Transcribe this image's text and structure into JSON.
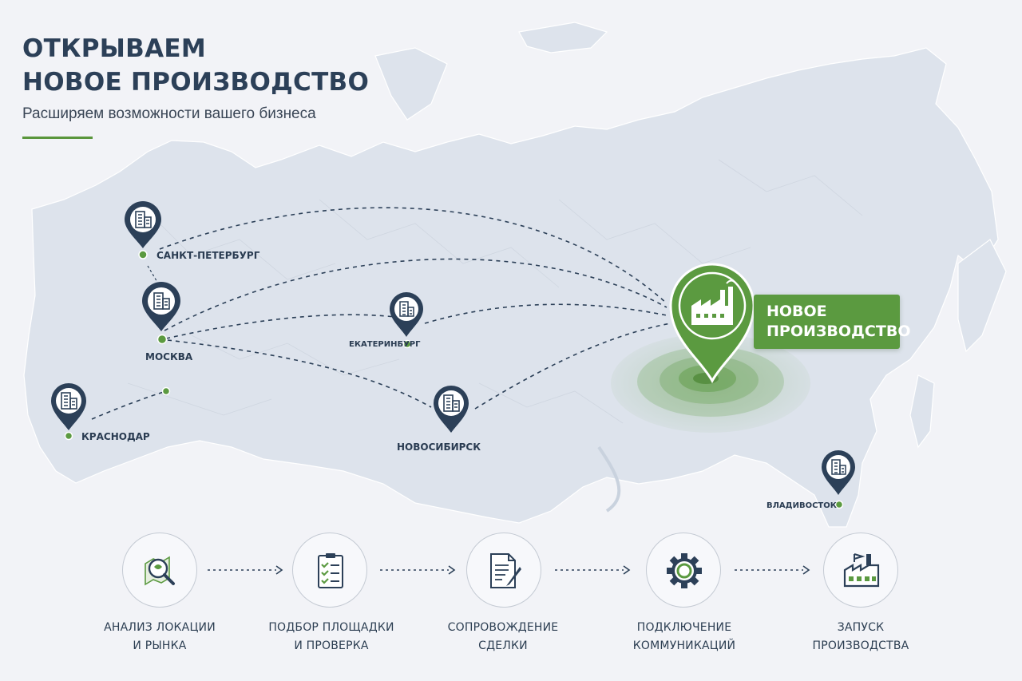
{
  "header": {
    "title_line1": "ОТКРЫВАЕМ",
    "title_line2": "НОВОЕ ПРОИЗВОДСТВО",
    "subtitle": "Расширяем возможности вашего бизнеса"
  },
  "map": {
    "cities": [
      {
        "id": "spb",
        "name": "САНКТ-ПЕТЕРБУРГ"
      },
      {
        "id": "moscow",
        "name": "МОСКВА"
      },
      {
        "id": "ekb",
        "name": "ЕКАТЕРИНБУРГ"
      },
      {
        "id": "krasnodar",
        "name": "КРАСНОДАР"
      },
      {
        "id": "nsk",
        "name": "НОВОСИБИРСК"
      },
      {
        "id": "vladivostok",
        "name": "ВЛАДИВОСТОК"
      }
    ],
    "target": {
      "line1": "НОВОЕ",
      "line2": "ПРОИЗВОДСТВО"
    }
  },
  "steps": [
    {
      "line1": "АНАЛИЗ ЛОКАЦИИ",
      "line2": "И РЫНКА",
      "icon": "map-magnifier-icon"
    },
    {
      "line1": "ПОДБОР ПЛОЩАДКИ",
      "line2": "И ПРОВЕРКА",
      "icon": "checklist-icon"
    },
    {
      "line1": "СОПРОВОЖДЕНИЕ",
      "line2": "СДЕЛКИ",
      "icon": "document-pen-icon"
    },
    {
      "line1": "ПОДКЛЮЧЕНИЕ",
      "line2": "КОММУНИКАЦИЙ",
      "icon": "gear-icon"
    },
    {
      "line1": "ЗАПУСК",
      "line2": "ПРОИЗВОДСТВА",
      "icon": "factory-icon"
    }
  ],
  "colors": {
    "navy": "#2c4058",
    "green": "#5b9a40",
    "map_land": "#dde3ec",
    "background": "#f2f3f7"
  }
}
